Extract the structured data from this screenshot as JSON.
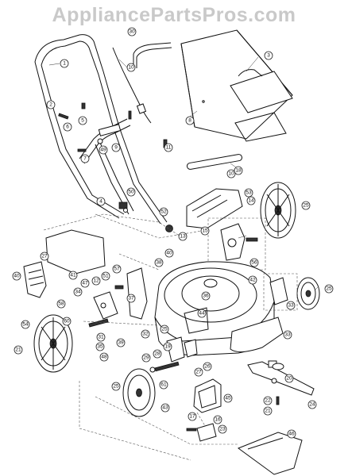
{
  "watermark": "AppliancePartsPros.com",
  "callouts": [
    {
      "label": "1",
      "id": "c1"
    },
    {
      "label": "2",
      "id": "c2"
    },
    {
      "label": "3",
      "id": "c3"
    },
    {
      "label": "4",
      "id": "c4"
    },
    {
      "label": "5",
      "id": "c5"
    },
    {
      "label": "6",
      "id": "c6"
    },
    {
      "label": "7",
      "id": "c7"
    },
    {
      "label": "8",
      "id": "c8"
    },
    {
      "label": "9",
      "id": "c9"
    },
    {
      "label": "10",
      "id": "c10a"
    },
    {
      "label": "10",
      "id": "c10b"
    },
    {
      "label": "11",
      "id": "c11"
    },
    {
      "label": "12",
      "id": "c12"
    },
    {
      "label": "13",
      "id": "c13"
    },
    {
      "label": "14",
      "id": "c14"
    },
    {
      "label": "15",
      "id": "c15"
    },
    {
      "label": "16",
      "id": "c16"
    },
    {
      "label": "17",
      "id": "c17"
    },
    {
      "label": "18",
      "id": "c18"
    },
    {
      "label": "19",
      "id": "c19"
    },
    {
      "label": "20",
      "id": "c20"
    },
    {
      "label": "21",
      "id": "c21a"
    },
    {
      "label": "21",
      "id": "c21b"
    },
    {
      "label": "22",
      "id": "c22"
    },
    {
      "label": "23",
      "id": "c23"
    },
    {
      "label": "24",
      "id": "c24"
    },
    {
      "label": "25",
      "id": "c25a"
    },
    {
      "label": "25",
      "id": "c25b"
    },
    {
      "label": "25",
      "id": "c25c"
    },
    {
      "label": "25",
      "id": "c25d"
    },
    {
      "label": "26",
      "id": "c26"
    },
    {
      "label": "27",
      "id": "c27a"
    },
    {
      "label": "27",
      "id": "c27b"
    },
    {
      "label": "28",
      "id": "c28"
    },
    {
      "label": "29",
      "id": "c29"
    },
    {
      "label": "30",
      "id": "c30"
    },
    {
      "label": "31",
      "id": "c31"
    },
    {
      "label": "32",
      "id": "c32"
    },
    {
      "label": "33",
      "id": "c33a"
    },
    {
      "label": "33",
      "id": "c33b"
    },
    {
      "label": "34",
      "id": "c34"
    },
    {
      "label": "35",
      "id": "c35"
    },
    {
      "label": "36",
      "id": "c36"
    },
    {
      "label": "37",
      "id": "c37"
    },
    {
      "label": "38",
      "id": "c38"
    },
    {
      "label": "39",
      "id": "c39"
    },
    {
      "label": "40",
      "id": "c40a"
    },
    {
      "label": "40",
      "id": "c40b"
    },
    {
      "label": "41",
      "id": "c41"
    },
    {
      "label": "42",
      "id": "c42"
    },
    {
      "label": "43",
      "id": "c43"
    },
    {
      "label": "44",
      "id": "c44"
    },
    {
      "label": "45",
      "id": "c45"
    },
    {
      "label": "46",
      "id": "c46"
    },
    {
      "label": "47",
      "id": "c47"
    },
    {
      "label": "48",
      "id": "c48"
    },
    {
      "label": "49",
      "id": "c49"
    },
    {
      "label": "50",
      "id": "c50"
    },
    {
      "label": "51",
      "id": "c51"
    },
    {
      "label": "52",
      "id": "c52"
    },
    {
      "label": "53",
      "id": "c53"
    },
    {
      "label": "54",
      "id": "c54"
    },
    {
      "label": "56",
      "id": "c56"
    },
    {
      "label": "57",
      "id": "c57"
    },
    {
      "label": "58",
      "id": "c58"
    },
    {
      "label": "60",
      "id": "c60"
    },
    {
      "label": "61",
      "id": "c61"
    }
  ]
}
